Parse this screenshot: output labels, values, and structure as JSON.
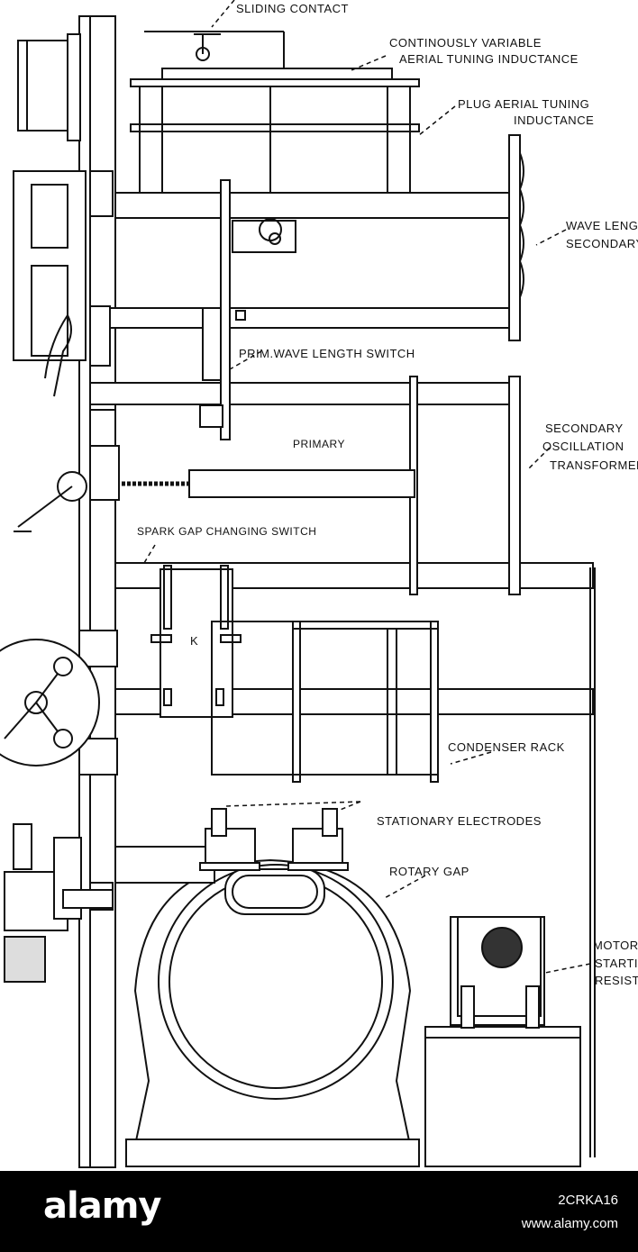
{
  "labels": {
    "sliding_contact": "SLIDING CONTACT",
    "continuous_var_1": "CONTINOUSLY VARIABLE",
    "continuous_var_2": "AERIAL TUNING INDUCTANCE",
    "plug_aerial_1": "PLUG AERIAL TUNING",
    "plug_aerial_2": "INDUCTANCE",
    "wave_length_1": "WAVE LENGTH",
    "wave_length_2": "SECONDARY",
    "prim_wave_switch": "PRIM.WAVE LENGTH SWITCH",
    "primary": "PRIMARY",
    "secondary_osc_1": "SECONDARY",
    "secondary_osc_2": "OSCILLATION",
    "secondary_osc_3": "TRANSFORMER",
    "spark_gap_switch": "SPARK GAP CHANGING SWITCH",
    "k_label": "K",
    "condenser_rack": "CONDENSER RACK",
    "stationary_electrodes": "STATIONARY ELECTRODES",
    "rotary_gap": "ROTARY GAP",
    "motor_1": "MOTOR",
    "motor_2": "STARTING",
    "motor_3": "RESISTANCE"
  },
  "watermark": {
    "logo": "alamy",
    "image_id": "2CRKA16",
    "site": "www.alamy.com"
  }
}
